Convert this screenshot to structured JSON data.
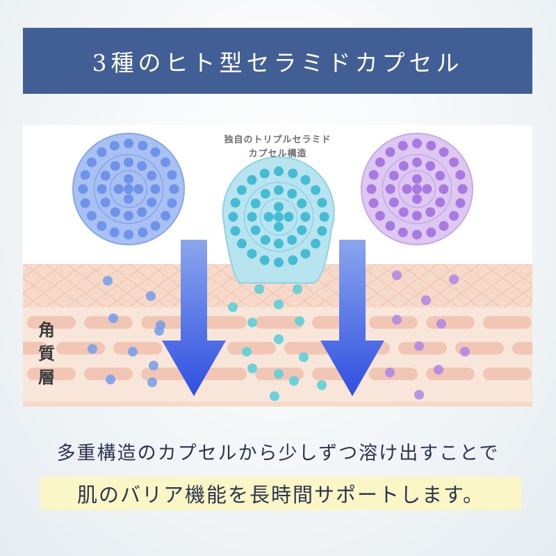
{
  "header": {
    "title": "3種のヒト型セラミドカプセル"
  },
  "diagram": {
    "capsule_label_line1": "独自のトリプルセラミド",
    "capsule_label_line2": "カプセル構造",
    "layer_label": [
      "角",
      "質",
      "層"
    ],
    "capsules": [
      {
        "name": "blue",
        "fill": "#a8c1f2",
        "stroke": "#86a6ec",
        "dot": "#6f93e8"
      },
      {
        "name": "cyan",
        "fill": "#b8e4f0",
        "stroke": "#8fd2e6",
        "dot": "#45bcd3"
      },
      {
        "name": "purple",
        "fill": "#dcc8f1",
        "stroke": "#c7a8ec",
        "dot": "#a879e0"
      }
    ],
    "skin_colors": {
      "top": "#f6d9c8",
      "brick": "#f2c6b4",
      "mortar": "#f9e6da"
    }
  },
  "captions": {
    "line1": "多重構造のカプセルから少しずつ溶け出すことで",
    "line2": "肌のバリア機能を長時間サポートします。"
  }
}
